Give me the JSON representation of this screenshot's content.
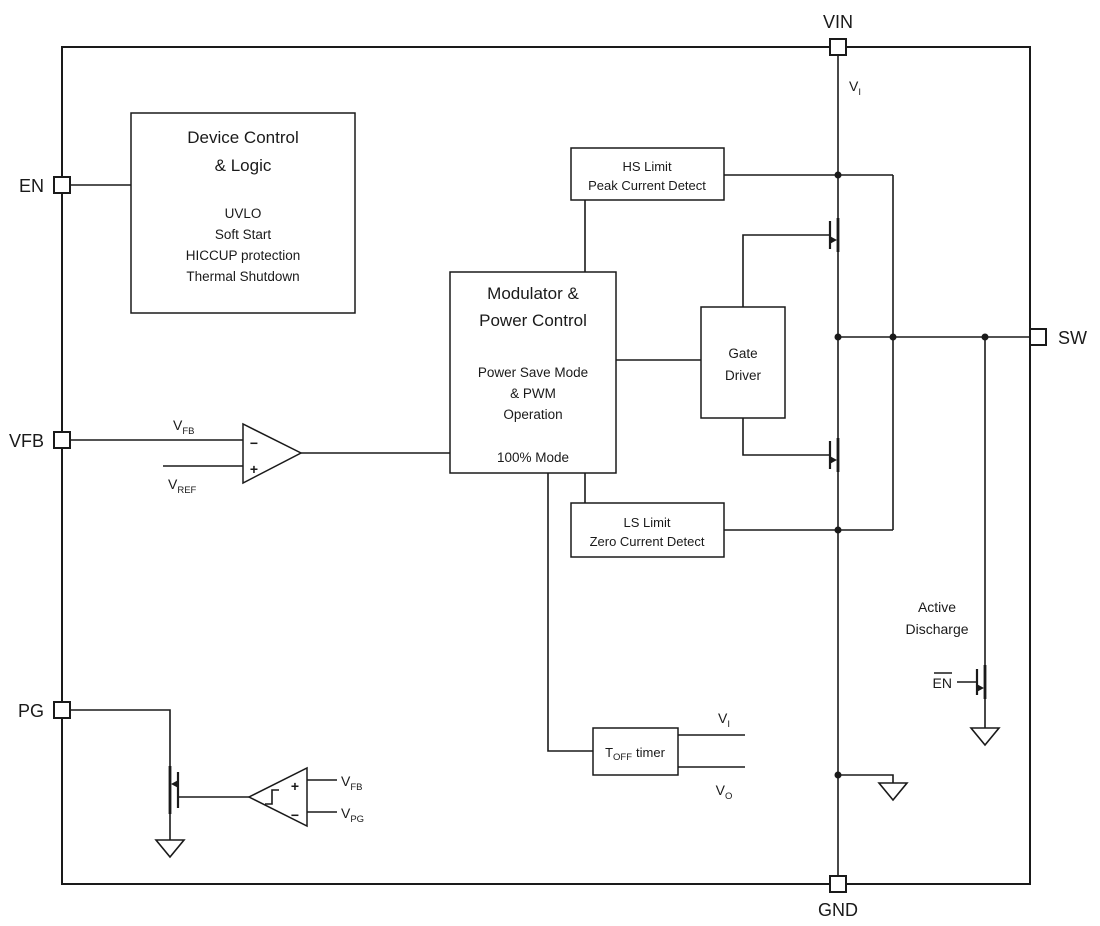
{
  "diagram": {
    "type": "functional-block-diagram",
    "background": "#ffffff",
    "line_color": "#1a1a1a"
  },
  "pins": {
    "vin": "VIN",
    "en": "EN",
    "vfb": "VFB",
    "pg": "PG",
    "sw": "SW",
    "gnd": "GND"
  },
  "blocks": {
    "device_control": {
      "title_line1": "Device Control",
      "title_line2": "& Logic",
      "body_line1": "UVLO",
      "body_line2": "Soft Start",
      "body_line3": "HICCUP protection",
      "body_line4": "Thermal Shutdown"
    },
    "hs_limit": {
      "line1": "HS Limit",
      "line2": "Peak Current Detect"
    },
    "modulator": {
      "title_line1": "Modulator &",
      "title_line2": "Power Control",
      "body_line1": "Power Save Mode",
      "body_line2": "& PWM",
      "body_line3": "Operation",
      "mode_line": "100% Mode"
    },
    "gate_driver": {
      "line1": "Gate",
      "line2": "Driver"
    },
    "ls_limit": {
      "line1": "LS Limit",
      "line2": "Zero Current Detect"
    },
    "toff_timer": {
      "base": "T",
      "sub": "OFF",
      "suffix": "timer"
    },
    "active_discharge": {
      "line1": "Active",
      "line2": "Discharge"
    }
  },
  "signals": {
    "v_i": {
      "base": "V",
      "sub": "I"
    },
    "v_o": {
      "base": "V",
      "sub": "O"
    },
    "v_fb": {
      "base": "V",
      "sub": "FB"
    },
    "v_ref": {
      "base": "V",
      "sub": "REF"
    },
    "v_pg": {
      "base": "V",
      "sub": "PG"
    },
    "en_bar": "EN"
  },
  "comparators": {
    "error_comparator": {
      "top_sign": "−",
      "bottom_sign": "+"
    },
    "pg_comparator": {
      "top_sign": "+",
      "bottom_sign": "−"
    }
  }
}
